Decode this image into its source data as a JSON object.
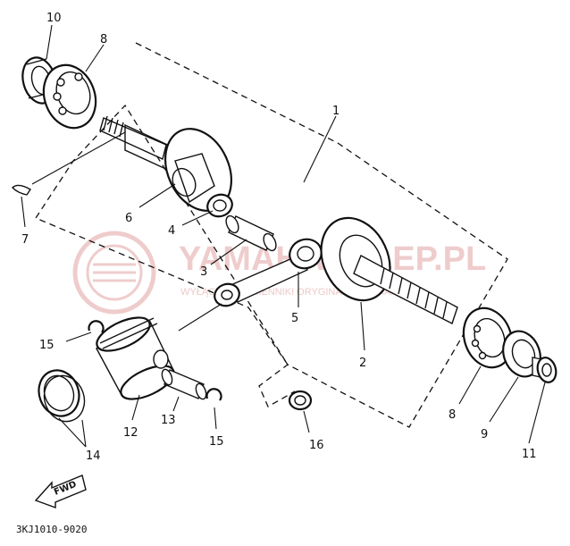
{
  "diagram": {
    "callouts": [
      {
        "id": "label-10",
        "text": "10"
      },
      {
        "id": "label-8-top",
        "text": "8"
      },
      {
        "id": "label-1",
        "text": "1"
      },
      {
        "id": "label-6",
        "text": "6"
      },
      {
        "id": "label-7",
        "text": "7"
      },
      {
        "id": "label-4",
        "text": "4"
      },
      {
        "id": "label-3",
        "text": "3"
      },
      {
        "id": "label-5",
        "text": "5"
      },
      {
        "id": "label-2",
        "text": "2"
      },
      {
        "id": "label-12",
        "text": "12"
      },
      {
        "id": "label-15-left",
        "text": "15"
      },
      {
        "id": "label-14",
        "text": "14"
      },
      {
        "id": "label-13",
        "text": "13"
      },
      {
        "id": "label-15-right",
        "text": "15"
      },
      {
        "id": "label-16",
        "text": "16"
      },
      {
        "id": "label-8-bottom",
        "text": "8"
      },
      {
        "id": "label-9",
        "text": "9"
      },
      {
        "id": "label-11",
        "text": "11"
      }
    ],
    "fwd_label": "FWD",
    "part_number": "3KJ1010-9020"
  },
  "watermark": {
    "brand": "YAMAHASKLEP.PL",
    "tagline": "WYŁĄCZNE ZAMIENNIKI ORYGINALNE YAMAHA",
    "color": "#e2a3a3"
  }
}
